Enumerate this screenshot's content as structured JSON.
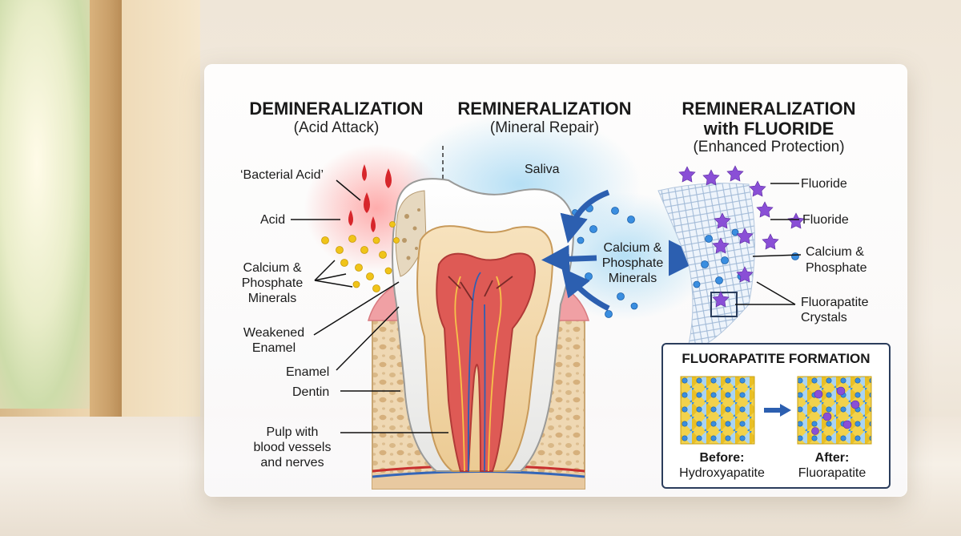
{
  "sections": {
    "demineralization": {
      "title": "DEMINERALIZATION",
      "subtitle": "(Acid Attack)"
    },
    "remineralization": {
      "title": "REMINERALIZATION",
      "subtitle": "(Mineral Repair)"
    },
    "fluoride": {
      "title_line1": "REMINERALIZATION",
      "title_line2": "with FLUORIDE",
      "subtitle": "(Enhanced Protection)"
    }
  },
  "left_labels": {
    "bacterial_acid": "‘Bacterial Acid’",
    "acid": "Acid",
    "calcium_line1": "Calcium &",
    "calcium_line2": "Phosphate",
    "calcium_line3": "Minerals",
    "weakened_line1": "Weakened",
    "weakened_line2": "Enamel",
    "enamel": "Enamel",
    "dentin": "Dentin",
    "pulp_line1": "Pulp with",
    "pulp_line2": "blood vessels",
    "pulp_line3": "and nerves"
  },
  "middle_labels": {
    "saliva": "Saliva",
    "minerals_line1": "Calcium &",
    "minerals_line2": "Phosphate",
    "minerals_line3": "Minerals"
  },
  "right_labels": {
    "fluoride_1": "Fluoride",
    "fluoride_2": "Fluoride",
    "calcium_line1": "Calcium &",
    "calcium_line2": "Phosphate",
    "fluorapatite_line1": "Fluorapatite",
    "fluorapatite_line2": "Crystals"
  },
  "inset": {
    "title": "FLUORAPATITE FORMATION",
    "before_line1": "Before:",
    "before_line2": "Hydroxyapatite",
    "after_line1": "After:",
    "after_line2": "Fluorapatite"
  },
  "colors": {
    "acid_red": "#d7262b",
    "mineral_yellow": "#f0c419",
    "mineral_blue": "#2f7fd6",
    "fluoride_purple": "#8a4fd6",
    "enamel_white": "#f7f7f5",
    "dentin_tan": "#f3d6a8",
    "pulp_red": "#d9534f",
    "gum_pink": "#f2a2a6",
    "bone_beige": "#ecd5b0",
    "arrow_blue": "#2c5fb0",
    "inset_border": "#2b3d5c"
  }
}
